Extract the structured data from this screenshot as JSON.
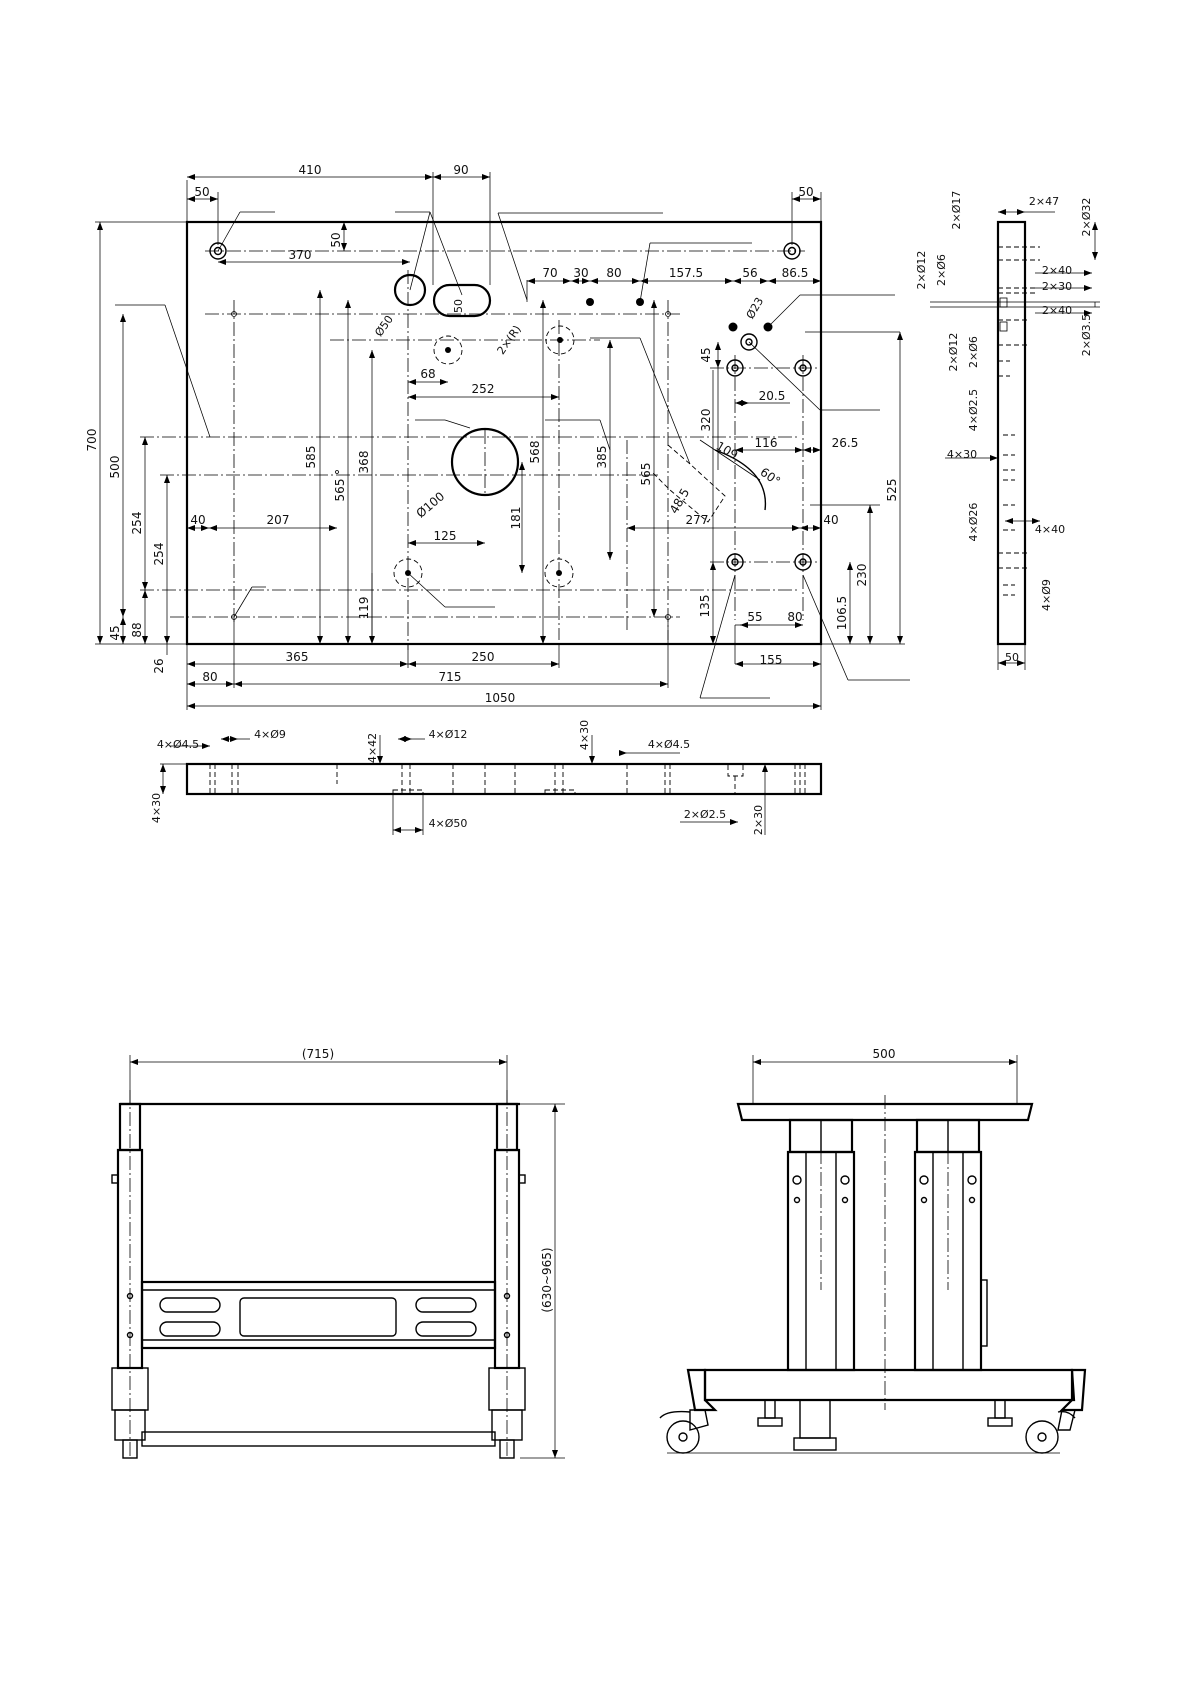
{
  "top_view": {
    "width": "1050",
    "height": "700",
    "dims": {
      "d410": "410",
      "d90": "90",
      "d50a": "50",
      "d50b": "50",
      "d50c": "50",
      "d370": "370",
      "d70": "70",
      "d30": "30",
      "d80a": "80",
      "d157": "157.5",
      "d56": "56",
      "d86": "86.5",
      "d68": "68",
      "d252": "252",
      "d125": "125",
      "d181": "181",
      "d207": "207",
      "d40a": "40",
      "d40b": "40",
      "d277": "277",
      "d116": "116",
      "d26a": "26.5",
      "d109": "109",
      "d60": "60°",
      "d48": "48.5",
      "d320": "320",
      "d45a": "45",
      "d20": "20.5",
      "d585": "585",
      "d565a": "565",
      "d368": "368",
      "d568": "568",
      "d385": "385",
      "d565b": "565",
      "d119": "119",
      "d500": "500",
      "d254a": "254",
      "d254b": "254",
      "d88": "88",
      "d45b": "45",
      "d26b": "26",
      "d365": "365",
      "d250": "250",
      "d80b": "80",
      "d715": "715",
      "d155": "155",
      "d55": "55",
      "d80c": "80",
      "d135": "135",
      "d106": "106.5",
      "d230": "230",
      "d525": "525",
      "phi50": "Ø50",
      "phi100": "Ø100",
      "phi23": "Ø23",
      "slot_r": "2×(R)",
      "slot50": "50"
    }
  },
  "side_view": {
    "dims": {
      "s2x17": "2×Ø17",
      "s2x47": "2×47",
      "s2x32": "2×Ø32",
      "s2x12a": "2×Ø12",
      "s2x6a": "2×Ø6",
      "s2x40a": "2×40",
      "s2x30": "2×30",
      "s2x40b": "2×40",
      "s2x35": "2×Ø3.5",
      "s2x12b": "2×Ø12",
      "s2x6b": "2×Ø6",
      "s4x25": "4×Ø2.5",
      "s4x30": "4×30",
      "s4x26": "4×Ø26",
      "s4x40": "4×40",
      "s4x9": "4×Ø9",
      "s50": "50"
    }
  },
  "front_strip": {
    "dims": {
      "f4x45a": "4×Ø4.5",
      "f4x9": "4×Ø9",
      "f4x42": "4×42",
      "f4x12": "4×Ø12",
      "f4x30a": "4×30",
      "f4x45b": "4×Ø4.5",
      "f4x30b": "4×30",
      "f4x50": "4×Ø50",
      "f2x25": "2×Ø2.5",
      "f2x30": "2×30"
    }
  },
  "stand_front": {
    "width_dim": "(715)",
    "height_dim": "(630~965)"
  },
  "stand_side": {
    "width_dim": "500"
  }
}
